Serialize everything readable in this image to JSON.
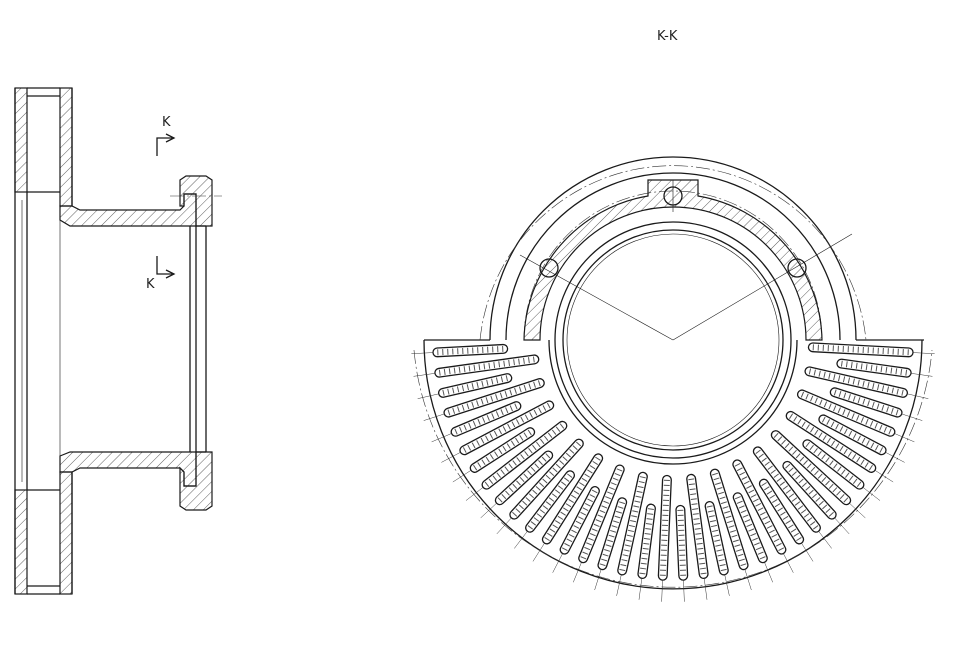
{
  "section": {
    "title": "K-K",
    "cut_top_label": "K",
    "cut_bottom_label": "K"
  },
  "colors": {
    "line": "#1a1a1a",
    "background": "#ffffff"
  },
  "vent_channels": 36
}
